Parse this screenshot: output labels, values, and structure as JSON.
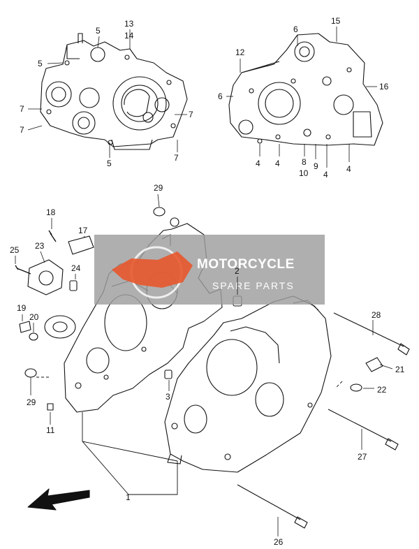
{
  "diagram": {
    "callouts": [
      {
        "id": "c1",
        "text": "1"
      },
      {
        "id": "c2",
        "text": "2"
      },
      {
        "id": "c3",
        "text": "3"
      },
      {
        "id": "c4a",
        "text": "4"
      },
      {
        "id": "c4b",
        "text": "4"
      },
      {
        "id": "c4c",
        "text": "4"
      },
      {
        "id": "c4d",
        "text": "4"
      },
      {
        "id": "c5a",
        "text": "5"
      },
      {
        "id": "c5b",
        "text": "5"
      },
      {
        "id": "c5c",
        "text": "5"
      },
      {
        "id": "c6a",
        "text": "6"
      },
      {
        "id": "c6b",
        "text": "6"
      },
      {
        "id": "c7a",
        "text": "7"
      },
      {
        "id": "c7b",
        "text": "7"
      },
      {
        "id": "c7c",
        "text": "7"
      },
      {
        "id": "c7d",
        "text": "7"
      },
      {
        "id": "c8",
        "text": "8"
      },
      {
        "id": "c9",
        "text": "9"
      },
      {
        "id": "c10",
        "text": "10"
      },
      {
        "id": "c11",
        "text": "11"
      },
      {
        "id": "c12",
        "text": "12"
      },
      {
        "id": "c13",
        "text": "13"
      },
      {
        "id": "c14",
        "text": "14"
      },
      {
        "id": "c15",
        "text": "15"
      },
      {
        "id": "c16",
        "text": "16"
      },
      {
        "id": "c17",
        "text": "17"
      },
      {
        "id": "c18",
        "text": "18"
      },
      {
        "id": "c19",
        "text": "19"
      },
      {
        "id": "c20",
        "text": "20"
      },
      {
        "id": "c21",
        "text": "21"
      },
      {
        "id": "c22",
        "text": "22"
      },
      {
        "id": "c23",
        "text": "23"
      },
      {
        "id": "c24",
        "text": "24"
      },
      {
        "id": "c25",
        "text": "25"
      },
      {
        "id": "c26",
        "text": "26"
      },
      {
        "id": "c27",
        "text": "27"
      },
      {
        "id": "c28",
        "text": "28"
      },
      {
        "id": "c29a",
        "text": "29"
      },
      {
        "id": "c29b",
        "text": "29"
      }
    ]
  },
  "watermark": {
    "title": "MOTORCYCLE",
    "subtitle": "SPARE PARTS",
    "accent_color": "#e8582c",
    "box_color": "#9e9e9e"
  }
}
